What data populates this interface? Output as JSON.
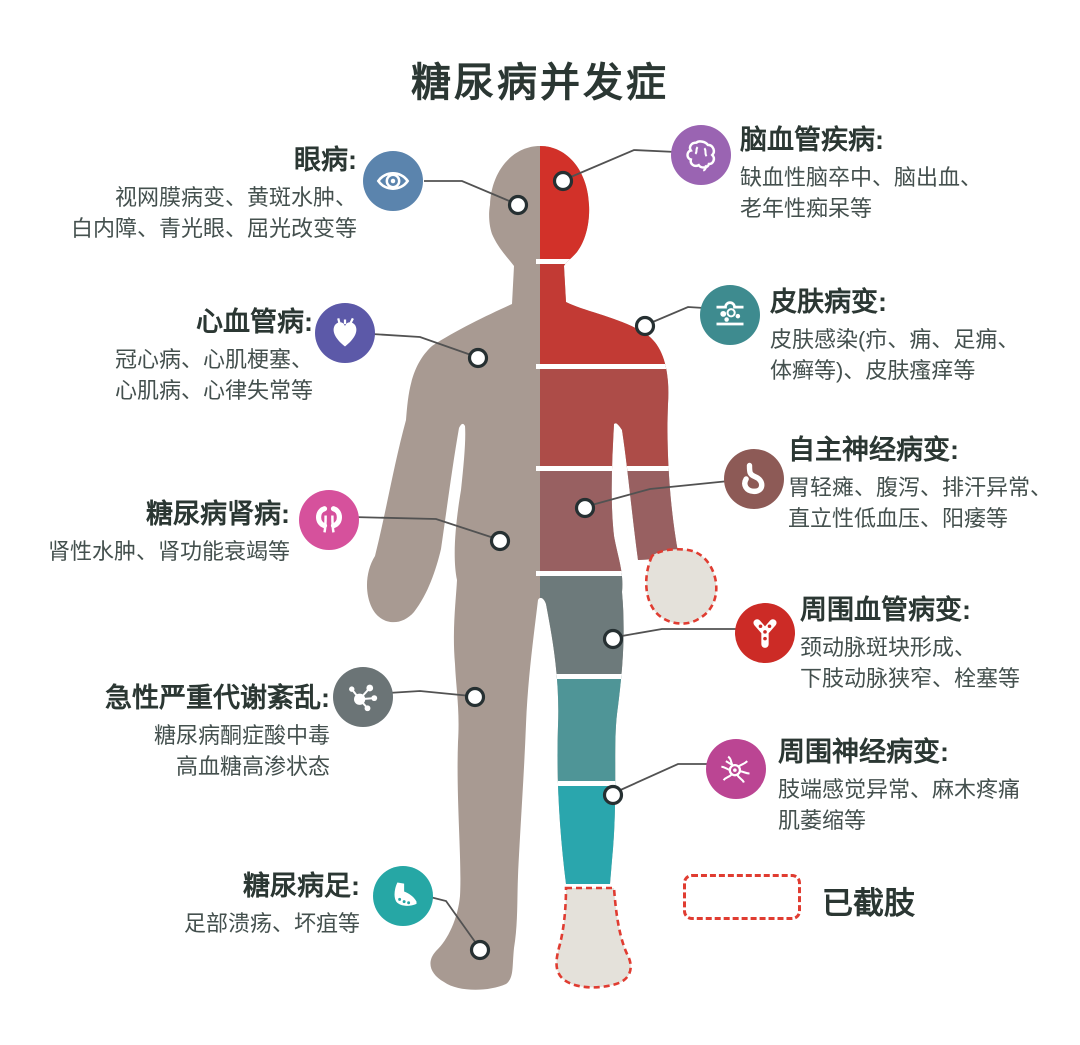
{
  "title": "糖尿病并发症",
  "complications": [
    {
      "id": "eye",
      "title": "眼病:",
      "lines": [
        "视网膜病变、黄斑水肿、",
        "白内障、青光眼、屈光改变等"
      ],
      "color": "#5b84ad"
    },
    {
      "id": "cerebrovascular",
      "title": "脑血管疾病:",
      "lines": [
        "缺血性脑卒中、脑出血、",
        "老年性痴呆等"
      ],
      "color": "#9a64b2"
    },
    {
      "id": "cardiovascular",
      "title": "心血管病:",
      "lines": [
        "冠心病、心肌梗塞、",
        "心肌病、心律失常等"
      ],
      "color": "#5c59a8"
    },
    {
      "id": "skin",
      "title": "皮肤病变:",
      "lines": [
        "皮肤感染(疖、痈、足痈、",
        "体癣等)、皮肤瘙痒等"
      ],
      "color": "#3e8b8f"
    },
    {
      "id": "kidney",
      "title": "糖尿病肾病:",
      "lines": [
        "肾性水肿、肾功能衰竭等"
      ],
      "color": "#d6519c"
    },
    {
      "id": "autonomic",
      "title": "自主神经病变:",
      "lines": [
        "胃轻瘫、腹泻、排汗异常、",
        "直立性低血压、阳痿等"
      ],
      "color": "#8d5a56"
    },
    {
      "id": "metabolic",
      "title": "急性严重代谢紊乱:",
      "lines": [
        "糖尿病酮症酸中毒",
        "高血糖高渗状态"
      ],
      "color": "#6b7476"
    },
    {
      "id": "peripheral-vascular",
      "title": "周围血管病变:",
      "lines": [
        "颈动脉斑块形成、",
        "下肢动脉狭窄、栓塞等"
      ],
      "color": "#cc2b26"
    },
    {
      "id": "peripheral-neuropathy",
      "title": "周围神经病变:",
      "lines": [
        "肢端感觉异常、麻木疼痛",
        "肌萎缩等"
      ],
      "color": "#bb4593"
    },
    {
      "id": "diabetic-foot",
      "title": "糖尿病足:",
      "lines": [
        "足部溃疡、坏疽等"
      ],
      "color": "#26a7a5"
    }
  ],
  "legend": {
    "label": "已截肢",
    "box_color": "#e03c31"
  },
  "body_colors": {
    "left_half": "#a89a92",
    "head": "#d23129",
    "chest": "#c23a34",
    "upper_abdomen": "#ad4c48",
    "pelvis": "#986061",
    "thigh": "#6d7a7b",
    "knee": "#4f9597",
    "calf": "#2aa6ad",
    "amputated": "#e4e1da"
  }
}
